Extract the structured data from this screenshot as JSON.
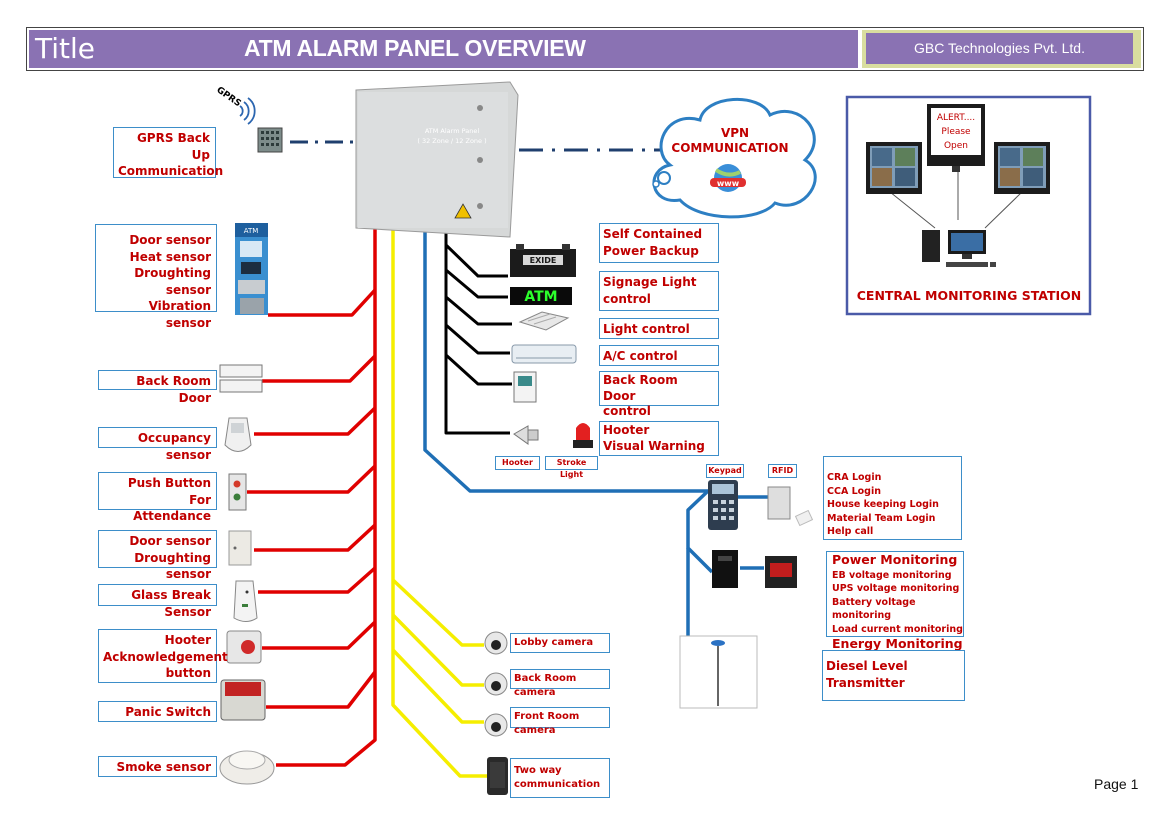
{
  "header": {
    "title": "Title",
    "heading": "ATM ALARM PANEL OVERVIEW",
    "company": "GBC Technologies Pvt. Ltd."
  },
  "panel": {
    "name": "ATM Alarm Panel",
    "zones": "( 32 Zone / 12 Zone )"
  },
  "gprs": {
    "tag": "GPRS",
    "label": "GPRS Back Up Communication"
  },
  "vpn": {
    "line1": "VPN",
    "line2": "COMMUNICATION",
    "www": "www"
  },
  "central": {
    "alert_line1": "ALERT....",
    "alert_line2": "Please",
    "alert_line3": "Open",
    "label": "CENTRAL MONITORING STATION"
  },
  "left_sensors": {
    "atm_sensors": [
      "Door sensor",
      "Heat sensor",
      "Droughting sensor",
      "Vibration sensor"
    ],
    "atm_screen": "ATM",
    "back_room_door": "Back Room Door",
    "occupancy": "Occupancy sensor",
    "push_button": [
      "Push Button For",
      "Attendance"
    ],
    "door_droughting": [
      "Door sensor",
      "Droughting sensor"
    ],
    "glass_break": "Glass Break Sensor",
    "hooter_ack": [
      "Hooter",
      "Acknowledgement",
      "button"
    ],
    "panic": "Panic Switch",
    "smoke": "Smoke sensor"
  },
  "outputs": {
    "power_backup": [
      "Self Contained",
      "Power Backup"
    ],
    "battery_brand": "EXIDE",
    "atm_sign": "ATM",
    "signage": [
      "Signage Light",
      "control"
    ],
    "light": "Light control",
    "ac": "A/C control",
    "back_door": [
      "Back Room Door",
      "control"
    ],
    "hooter": [
      "Hooter",
      "Visual Warning"
    ],
    "hooter_tag": "Hooter",
    "strobe_tag": "Stroke Light"
  },
  "access": {
    "keypad_tag": "Keypad",
    "rfid_tag": "RFID",
    "logins": [
      "CRA Login",
      "CCA Login",
      "House keeping Login",
      "Material Team Login",
      "Help call"
    ]
  },
  "power": {
    "title": "Power Monitoring",
    "items": [
      "EB voltage monitoring",
      "UPS voltage monitoring",
      "Battery voltage monitoring",
      "Load current monitoring"
    ],
    "energy": "Energy Monitoring"
  },
  "diesel": [
    "Diesel Level",
    "Transmitter"
  ],
  "cameras": {
    "lobby": "Lobby camera",
    "back_room": "Back Room camera",
    "front_room": "Front Room camera",
    "two_way": [
      "Two way",
      "communication"
    ]
  },
  "colors": {
    "header": "#8a72b3",
    "alarm_wire": "#e00000",
    "camera_wire": "#f5f000",
    "bus_wire": "#1f6fb5",
    "output_wire": "#000000",
    "label_text": "#c00000",
    "label_border": "#3d8ec9"
  },
  "page": "Page 1"
}
